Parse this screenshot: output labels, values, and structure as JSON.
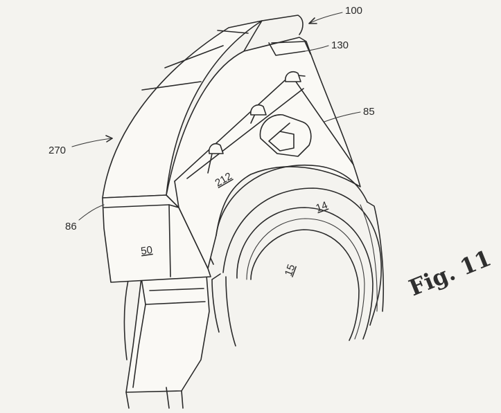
{
  "figure": {
    "caption": "Fig. 11",
    "reference_labels": {
      "r100": "100",
      "r130": "130",
      "r85": "85",
      "r270": "270",
      "r86": "86",
      "r212": "212",
      "r14": "14",
      "r50": "50",
      "r15": "15"
    }
  }
}
